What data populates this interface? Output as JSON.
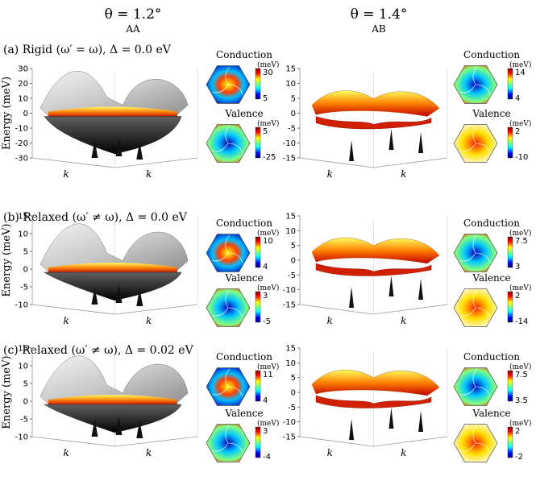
{
  "columns": [
    {
      "title": "θ = 1.2°",
      "stacking": "AA"
    },
    {
      "title": "θ = 1.4°",
      "stacking": "AB"
    }
  ],
  "chart_data": {
    "type": "surface",
    "rows": [
      {
        "label": "(a) Rigid (ω′ = ω), Δ = 0.0 eV",
        "panels": [
          {
            "ylabel": "Energy (meV)",
            "yticks": [
              -30,
              -20,
              -10,
              0,
              10,
              20,
              30
            ],
            "ylim": [
              -30,
              30
            ],
            "xlabel": "kx",
            "zlabel": "ky",
            "colormaps": [
              {
                "name": "Conduction",
                "unit": "(meV)",
                "max": "30",
                "min": "5"
              },
              {
                "name": "Valence",
                "unit": "(meV)",
                "max": "5",
                "min": "-25"
              }
            ]
          },
          {
            "ylabel": "",
            "yticks": [
              -15,
              -10,
              -5,
              0,
              5,
              10,
              15
            ],
            "ylim": [
              -15,
              15
            ],
            "xlabel": "kx",
            "zlabel": "ky",
            "colormaps": [
              {
                "name": "Conduction",
                "unit": "(meV)",
                "max": "14",
                "min": "4"
              },
              {
                "name": "Valence",
                "unit": "(meV)",
                "max": "2",
                "min": "-10"
              }
            ]
          }
        ]
      },
      {
        "label": "(b) Relaxed (ω′ ≠ ω), Δ = 0.0 eV",
        "panels": [
          {
            "ylabel": "Energy (meV)",
            "yticks": [
              -10,
              -5,
              0,
              5,
              10,
              15
            ],
            "ylim": [
              -10,
              15
            ],
            "xlabel": "kx",
            "zlabel": "ky",
            "colormaps": [
              {
                "name": "Conduction",
                "unit": "(meV)",
                "max": "10",
                "min": "4"
              },
              {
                "name": "Valence",
                "unit": "(meV)",
                "max": "3",
                "min": "-5"
              }
            ]
          },
          {
            "ylabel": "",
            "yticks": [
              -15,
              -10,
              -5,
              0,
              5,
              10,
              15
            ],
            "ylim": [
              -15,
              15
            ],
            "xlabel": "kx",
            "zlabel": "ky",
            "colormaps": [
              {
                "name": "Conduction",
                "unit": "(meV)",
                "max": "7.5",
                "min": "3"
              },
              {
                "name": "Valence",
                "unit": "(meV)",
                "max": "2",
                "min": "-14"
              }
            ]
          }
        ]
      },
      {
        "label": "(c) Relaxed (ω′ ≠ ω), Δ = 0.02 eV",
        "panels": [
          {
            "ylabel": "Energy (meV)",
            "yticks": [
              -10,
              -5,
              0,
              5,
              10,
              15
            ],
            "ylim": [
              -10,
              15
            ],
            "xlabel": "kx",
            "zlabel": "ky",
            "colormaps": [
              {
                "name": "Conduction",
                "unit": "(meV)",
                "max": "11",
                "min": "4"
              },
              {
                "name": "Valence",
                "unit": "(meV)",
                "max": "3",
                "min": "-4"
              }
            ]
          },
          {
            "ylabel": "",
            "yticks": [
              -15,
              -10,
              -5,
              0,
              5,
              10,
              15
            ],
            "ylim": [
              -15,
              15
            ],
            "xlabel": "kx",
            "zlabel": "ky",
            "colormaps": [
              {
                "name": "Conduction",
                "unit": "(meV)",
                "max": "7.5",
                "min": "3.5"
              },
              {
                "name": "Valence",
                "unit": "(meV)",
                "max": "2",
                "min": "-2"
              }
            ]
          }
        ]
      }
    ]
  }
}
